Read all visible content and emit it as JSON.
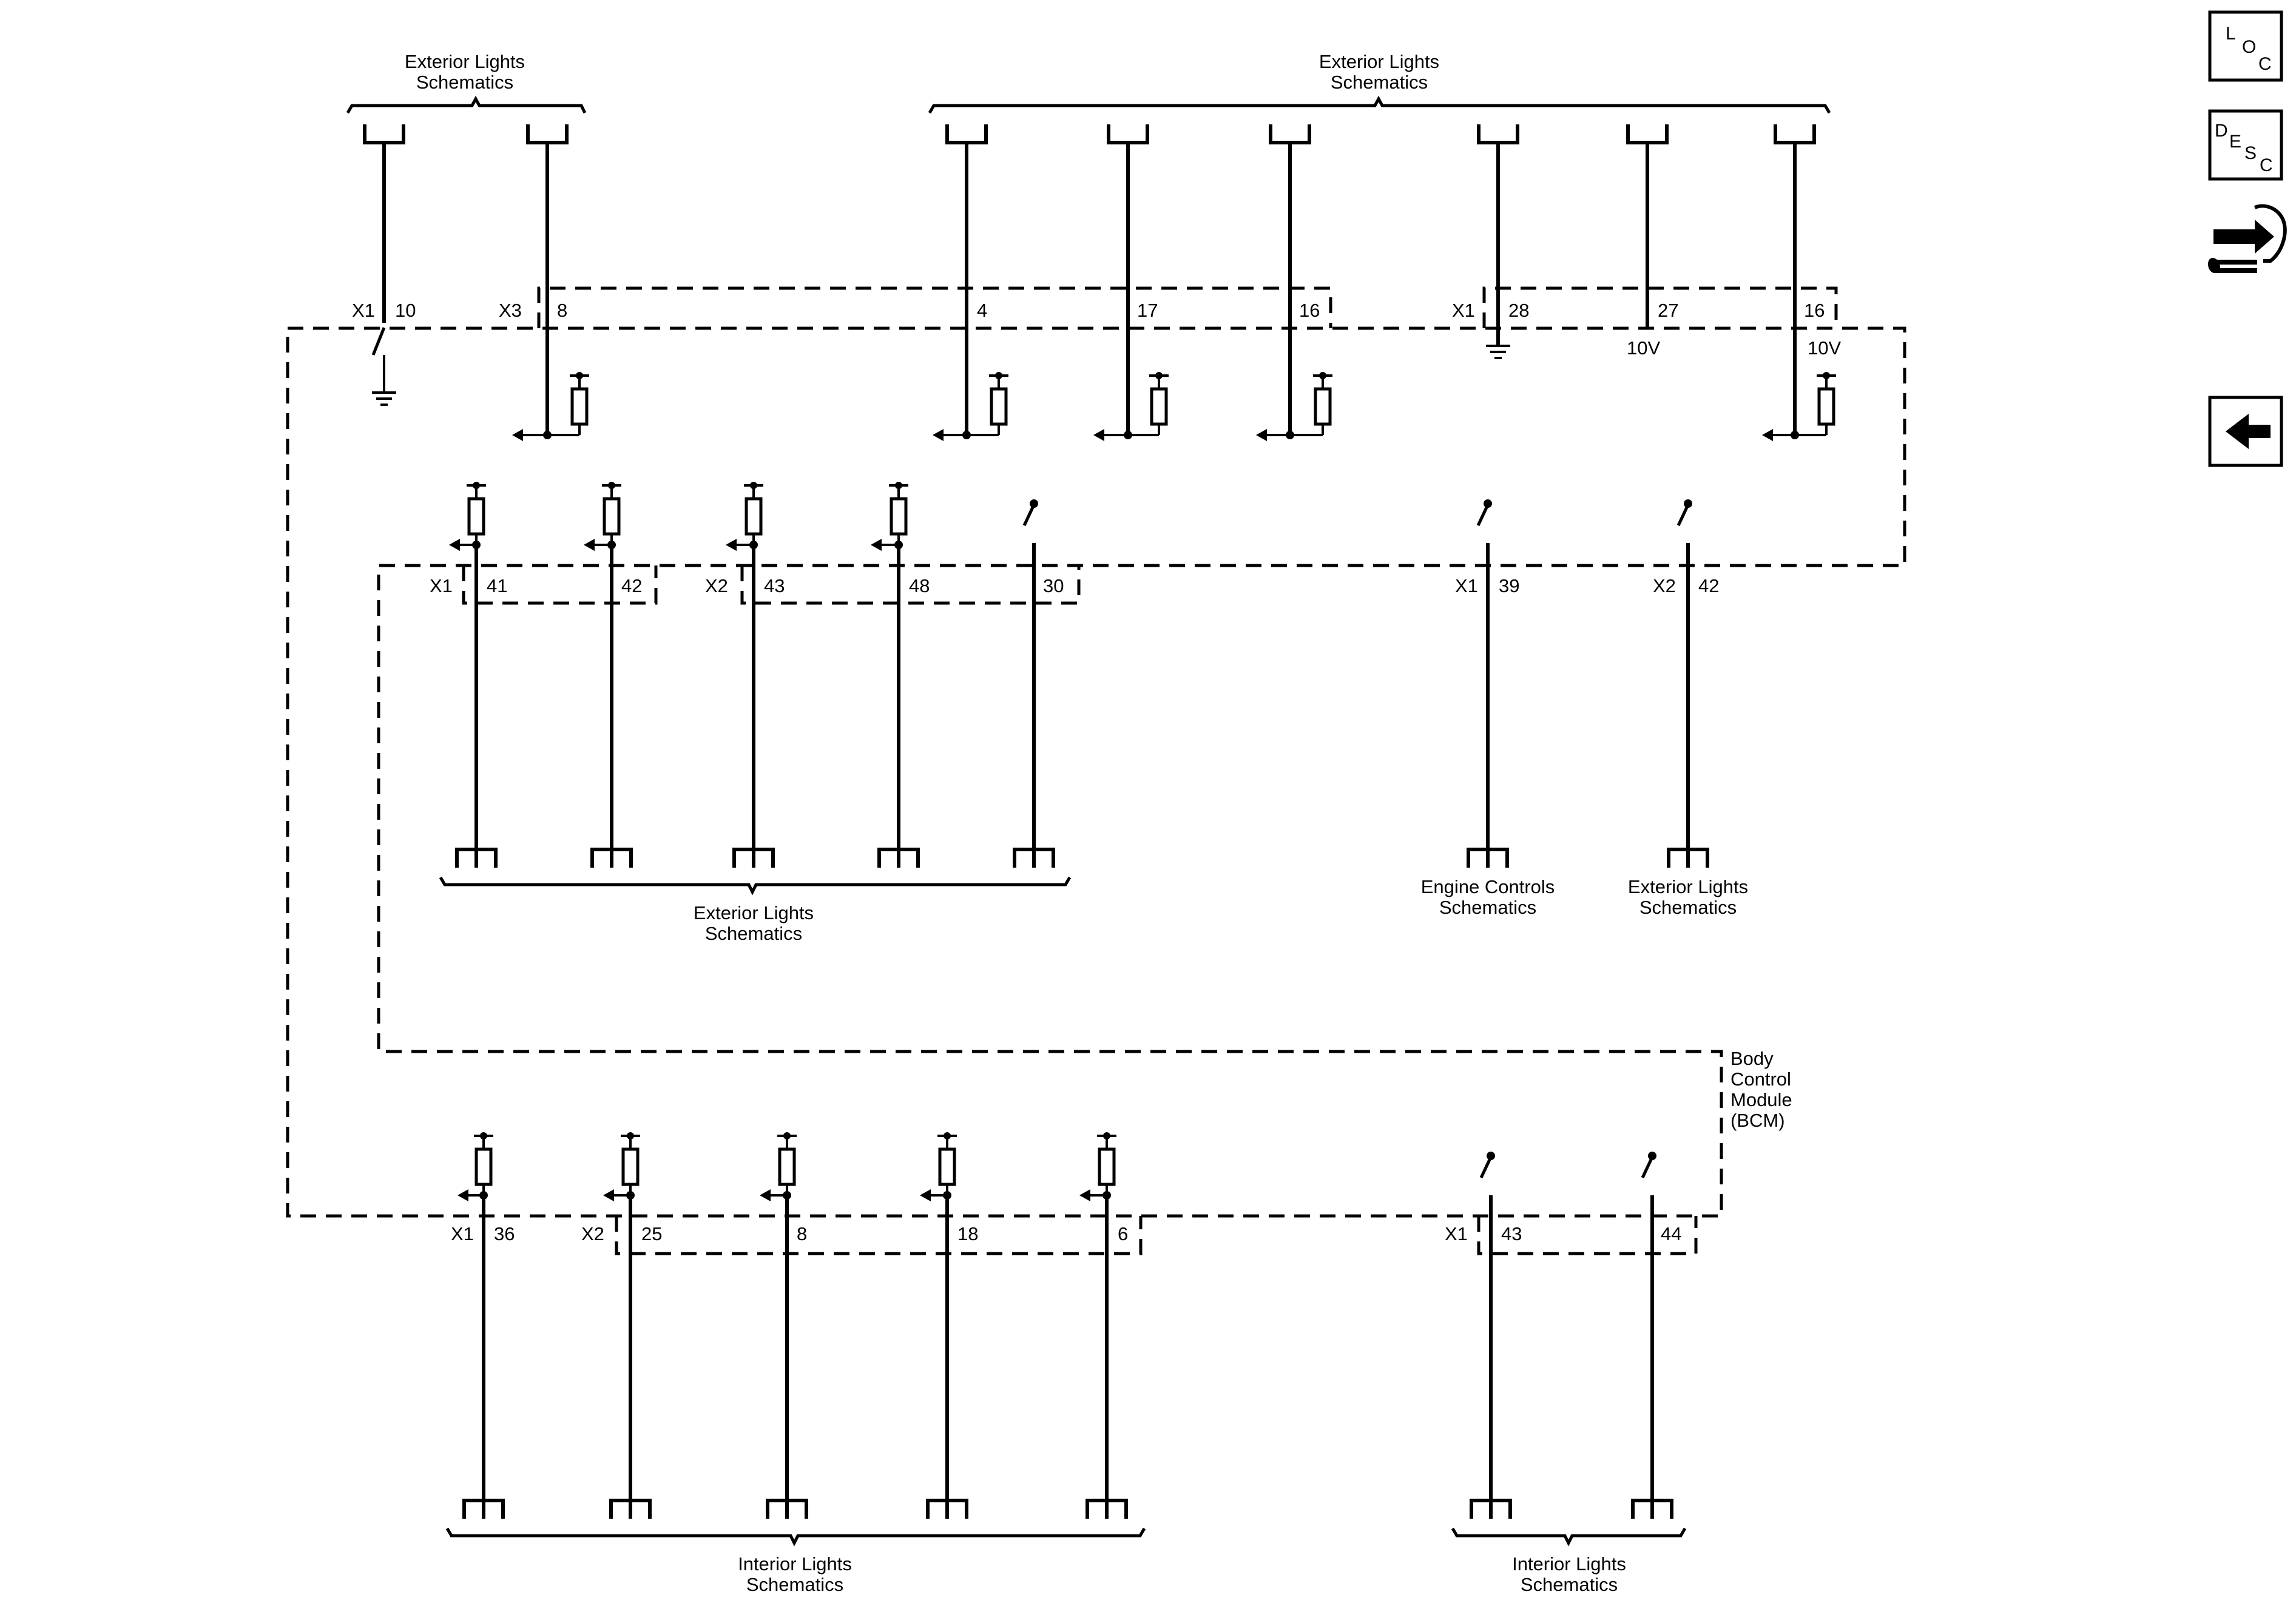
{
  "bcm_label": [
    "Body",
    "Control",
    "Module",
    "(BCM)"
  ],
  "refs": {
    "ext_tl": [
      "Exterior Lights",
      "Schematics"
    ],
    "ext_tr": [
      "Exterior Lights",
      "Schematics"
    ],
    "ext_mid": [
      "Exterior Lights",
      "Schematics"
    ],
    "engine": [
      "Engine Controls",
      "Schematics"
    ],
    "ext_r": [
      "Exterior Lights",
      "Schematics"
    ],
    "int_l": [
      "Interior Lights",
      "Schematics"
    ],
    "int_r": [
      "Interior Lights",
      "Schematics"
    ]
  },
  "connectors": {
    "c1": "X1",
    "c2": "X3",
    "c3": "X1",
    "c4": "X1",
    "c5": "X2",
    "c6": "X1",
    "c7": "X2",
    "c8": "X1",
    "c9": "X2",
    "c10": "X1"
  },
  "pins": {
    "p1": "10",
    "p2": "8",
    "p3": "4",
    "p4": "17",
    "p5": "16",
    "p6": "28",
    "p7": "27",
    "p8": "16",
    "p9": "41",
    "p10": "42",
    "p11": "43",
    "p12": "48",
    "p13": "30",
    "p14": "39",
    "p15": "42",
    "p16": "36",
    "p17": "25",
    "p18": "8",
    "p19": "18",
    "p20": "6",
    "p21": "43",
    "p22": "44"
  },
  "voltages": {
    "v1": "10V",
    "v2": "10V"
  },
  "side_icons": {
    "loc": [
      "L",
      "O",
      "C"
    ],
    "desc": [
      "D",
      "E",
      "S",
      "C"
    ],
    "connector_end_view": "connector-end-view-icon",
    "back": "back-arrow-icon"
  }
}
